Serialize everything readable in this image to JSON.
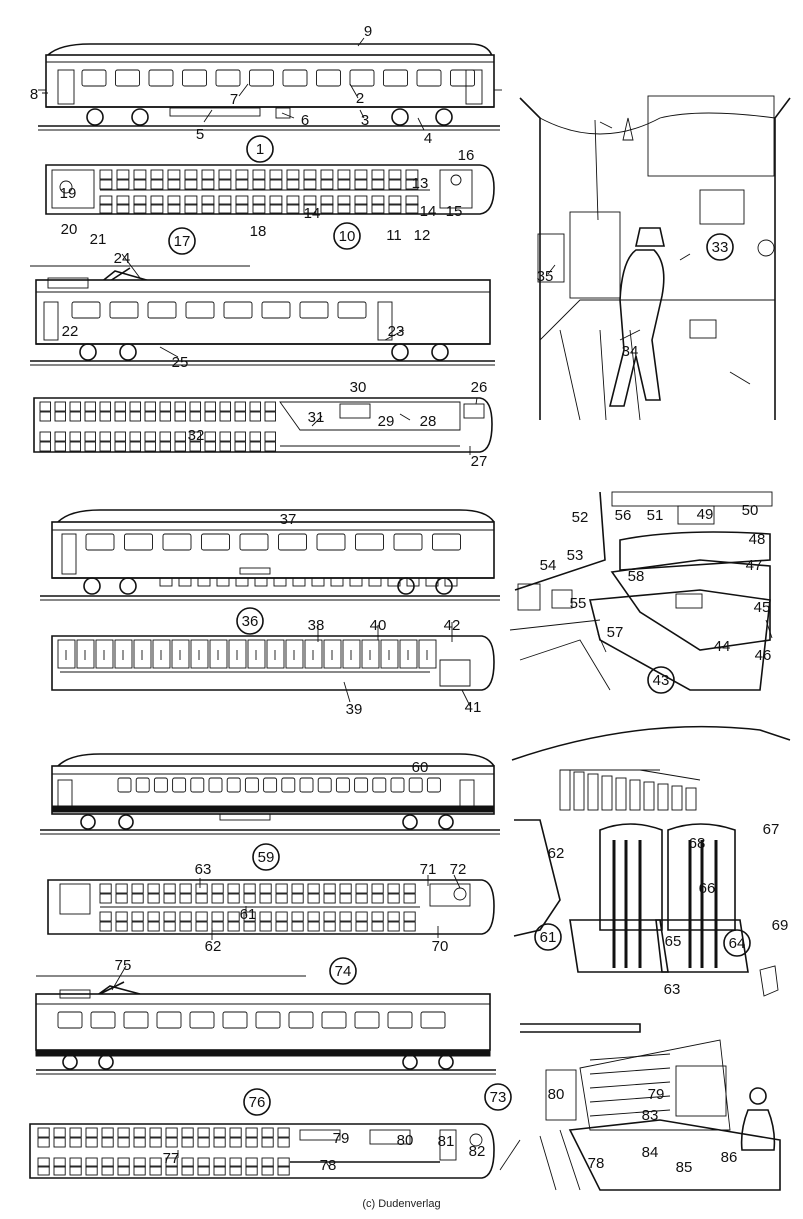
{
  "labels": {
    "l1": "1",
    "l2": "2",
    "l3": "3",
    "l4": "4",
    "l5": "5",
    "l6": "6",
    "l7": "7",
    "l8": "8",
    "l9": "9",
    "l10": "10",
    "l11": "11",
    "l12": "12",
    "l13": "13",
    "l14a": "14",
    "l14b": "14",
    "l15": "15",
    "l16": "16",
    "l17": "17",
    "l18": "18",
    "l19": "19",
    "l20": "20",
    "l21": "21",
    "l22": "22",
    "l23": "23",
    "l24": "24",
    "l25": "25",
    "l26": "26",
    "l27": "27",
    "l28": "28",
    "l29": "29",
    "l30": "30",
    "l31": "31",
    "l32": "32",
    "l33": "33",
    "l34": "34",
    "l35": "35",
    "l36": "36",
    "l37": "37",
    "l38": "38",
    "l39": "39",
    "l40": "40",
    "l41": "41",
    "l42": "42",
    "l43": "43",
    "l44": "44",
    "l45": "45",
    "l46": "46",
    "l47": "47",
    "l48": "48",
    "l49": "49",
    "l50": "50",
    "l51": "51",
    "l52": "52",
    "l53": "53",
    "l54": "54",
    "l55": "55",
    "l56": "56",
    "l57": "57",
    "l58": "58",
    "l59": "59",
    "l60": "60",
    "l61a": "61",
    "l61b": "61",
    "l62a": "62",
    "l62b": "62",
    "l63a": "63",
    "l63b": "63",
    "l64": "64",
    "l65": "65",
    "l66": "66",
    "l67": "67",
    "l68": "68",
    "l69": "69",
    "l70": "70",
    "l71": "71",
    "l72": "72",
    "l73": "73",
    "l74": "74",
    "l75": "75",
    "l76": "76",
    "l77": "77",
    "l78a": "78",
    "l78b": "78",
    "l79a": "79",
    "l79b": "79",
    "l80a": "80",
    "l80b": "80",
    "l81": "81",
    "l82": "82",
    "l83": "83",
    "l84": "84",
    "l85": "85",
    "l86": "86"
  },
  "copyright": "(c) Dudenverlag"
}
